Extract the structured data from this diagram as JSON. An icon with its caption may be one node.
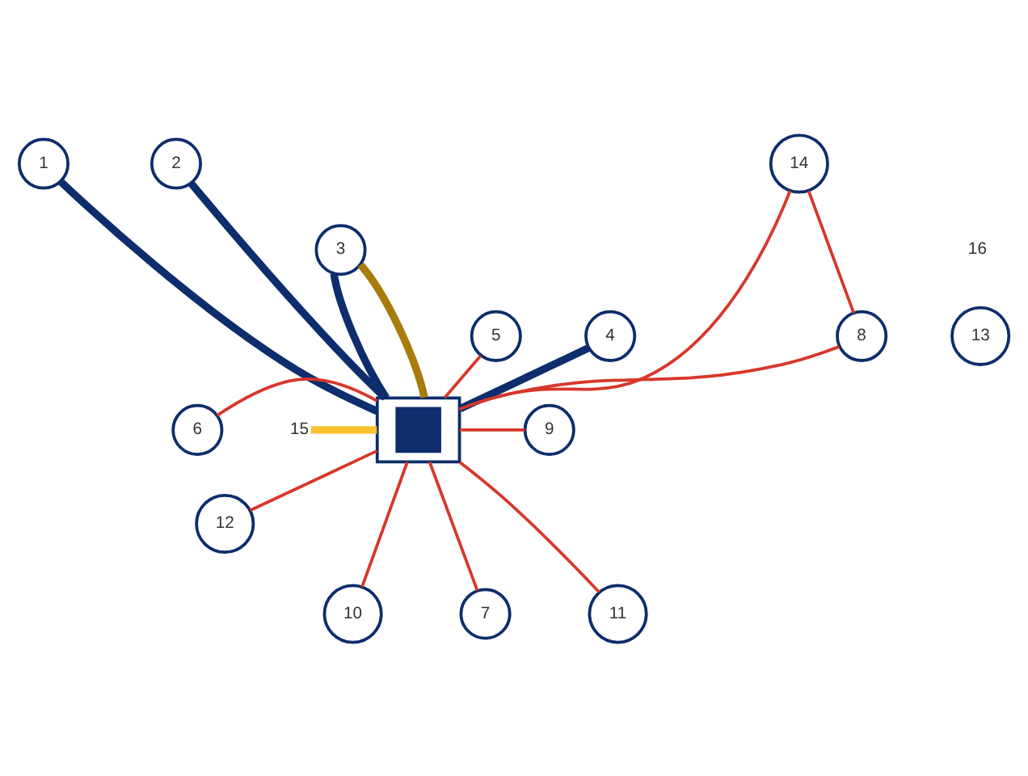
{
  "diagram": {
    "nodes": [
      {
        "text": [
          "1"
        ]
      },
      {
        "text": [
          "2"
        ]
      },
      {
        "text": [
          "14"
        ]
      },
      {
        "text": [
          "3"
        ]
      },
      {
        "text": [
          "5"
        ]
      },
      {
        "text": [
          "8"
        ]
      },
      {
        "text": [
          "4"
        ]
      },
      {
        "text": [
          "13"
        ]
      },
      {
        "text": [
          "6"
        ]
      },
      {
        "text": [],
        "shape": "box"
      },
      {
        "text": [
          "15"
        ]
      },
      {
        "text": [
          "9"
        ]
      },
      {
        "text": [
          "12"
        ]
      },
      {
        "text": [
          "10"
        ]
      },
      {
        "text": [
          "7"
        ]
      },
      {
        "text": [
          "11"
        ]
      }
    ],
    "edges": [
      {
        "from": 0,
        "to": 9,
        "arrow": "none",
        "style": "thick",
        "color": "#0d2d6c"
      },
      {
        "from": 1,
        "to": 9,
        "arrow": "none",
        "style": "thick",
        "color": "#0d2d6c"
      },
      {
        "from": 3,
        "to": 9,
        "arrow": "none",
        "style": "thick",
        "color": "#0d2d6c"
      },
      {
        "from": 3,
        "to": 9,
        "arrow": "none",
        "style": "thick",
        "color": "#a77c0c"
      },
      {
        "from": 4,
        "to": 9,
        "arrow": "none"
      },
      {
        "from": 6,
        "to": 9,
        "arrow": "none",
        "style": "thick",
        "color": "#0d2d6c"
      },
      {
        "from": 2,
        "to": 9,
        "arrow": "none"
      },
      {
        "from": 5,
        "to": 9,
        "arrow": "none"
      },
      {
        "from": 8,
        "to": 9,
        "arrow": "none"
      },
      {
        "from": 10,
        "to": 9,
        "arrow": "none",
        "style": "thick",
        "color": "#f8c22c"
      },
      {
        "from": 9,
        "to": 11,
        "arrow": "none"
      },
      {
        "from": 9,
        "to": 12,
        "arrow": "none"
      },
      {
        "from": 9,
        "to": 13,
        "arrow": "none"
      },
      {
        "from": 9,
        "to": 14,
        "arrow": "none"
      },
      {
        "from": 9,
        "to": 15,
        "arrow": "none"
      },
      {
        "from": 2,
        "to": 5,
        "arrow": "none"
      }
    ],
    "labels": [
      "16"
    ]
  }
}
